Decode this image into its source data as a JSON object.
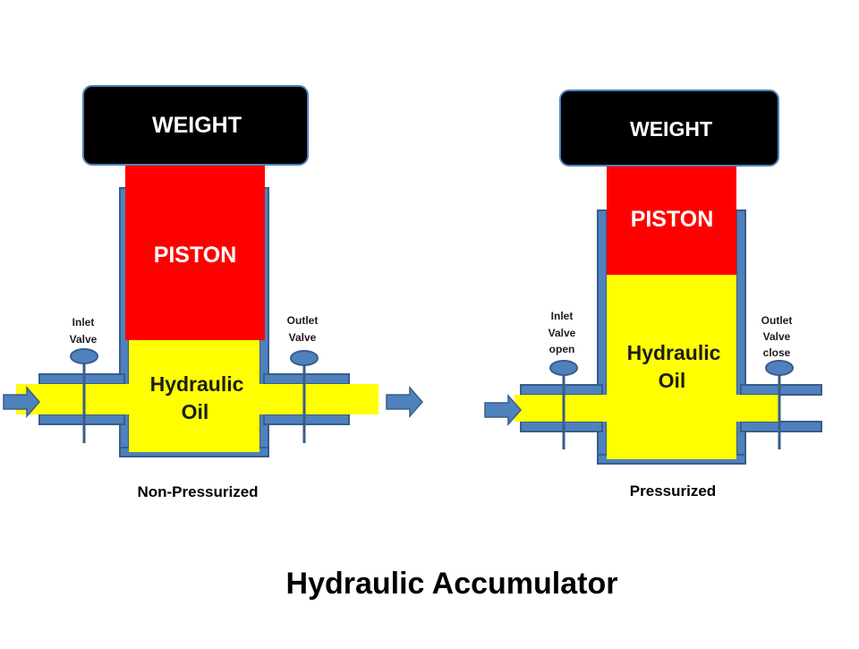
{
  "colors": {
    "weight": "#000000",
    "piston": "#ff0000",
    "oil": "#ffff00",
    "pipe": "#4f81bd",
    "pipe_edge": "#385d8a",
    "arrow": "#4f81bd"
  },
  "title": "Hydraulic Accumulator",
  "left": {
    "weight": "WEIGHT",
    "piston": "PISTON",
    "oil_line1": "Hydraulic",
    "oil_line2": "Oil",
    "inlet_line1": "Inlet",
    "inlet_line2": "Valve",
    "outlet_line1": "Outlet",
    "outlet_line2": "Valve",
    "caption": "Non-Pressurized"
  },
  "right": {
    "weight": "WEIGHT",
    "piston": "PISTON",
    "oil_line1": "Hydraulic",
    "oil_line2": "Oil",
    "inlet_line1": "Inlet",
    "inlet_line2": "Valve",
    "inlet_line3": "open",
    "outlet_line1": "Outlet",
    "outlet_line2": "Valve",
    "outlet_line3": "close",
    "caption": "Pressurized"
  }
}
